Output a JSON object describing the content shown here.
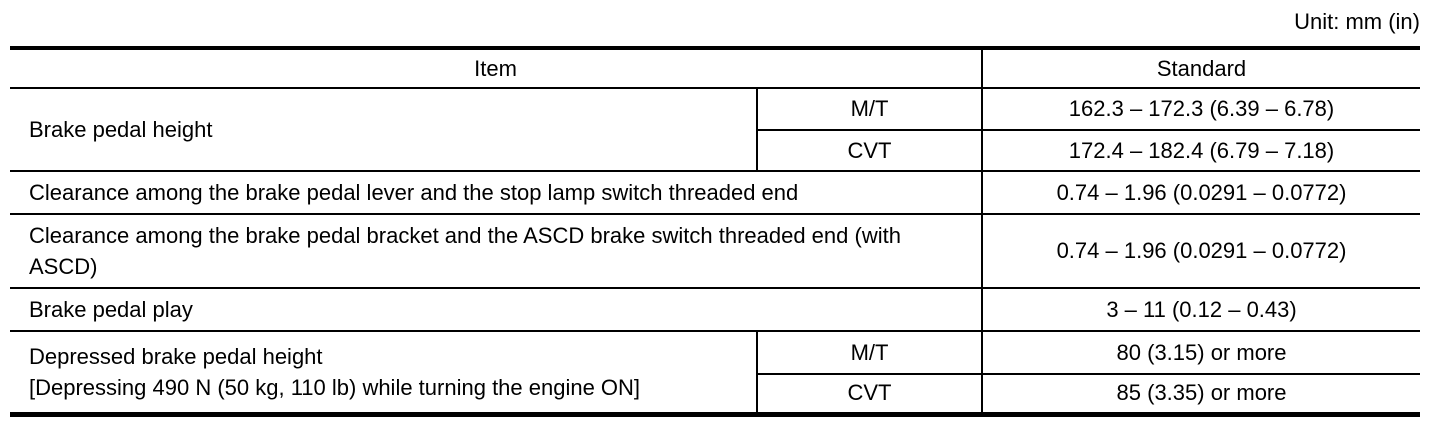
{
  "page": {
    "unit_label": "Unit: mm (in)"
  },
  "table": {
    "header": {
      "item": "Item",
      "standard": "Standard"
    },
    "rows": [
      {
        "item": "Brake pedal height",
        "variants": [
          {
            "label": "M/T",
            "standard": "162.3 – 172.3 (6.39 – 6.78)"
          },
          {
            "label": "CVT",
            "standard": "172.4 – 182.4 (6.79 – 7.18)"
          }
        ]
      },
      {
        "item": "Clearance among the brake pedal lever and the stop lamp switch threaded end",
        "standard": "0.74 – 1.96 (0.0291 – 0.0772)"
      },
      {
        "item": "Clearance among the brake pedal bracket and the ASCD brake switch threaded end (with\nASCD)",
        "standard": "0.74 – 1.96 (0.0291 – 0.0772)"
      },
      {
        "item": "Brake pedal play",
        "standard": "3 – 11 (0.12 – 0.43)"
      },
      {
        "item": "Depressed brake pedal height\n[Depressing 490 N (50 kg, 110 lb) while turning the engine ON]",
        "variants": [
          {
            "label": "M/T",
            "standard": "80 (3.15) or more"
          },
          {
            "label": "CVT",
            "standard": "85 (3.35) or more"
          }
        ]
      }
    ]
  }
}
